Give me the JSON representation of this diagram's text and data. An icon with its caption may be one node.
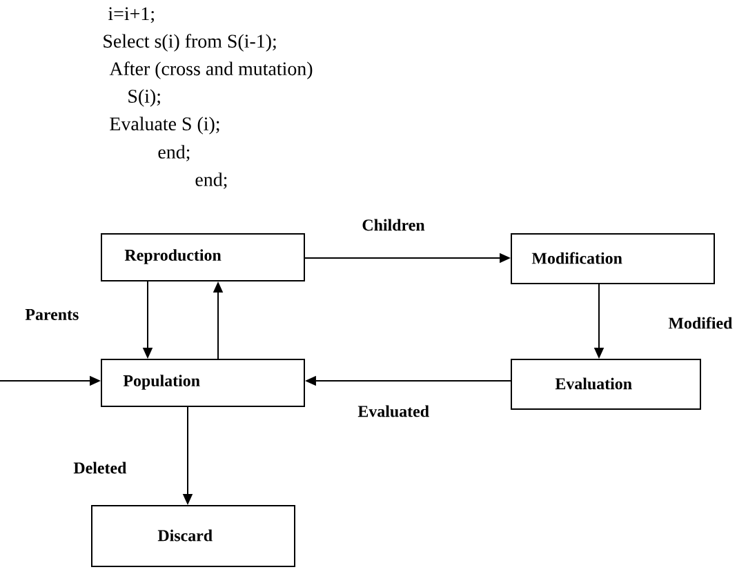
{
  "diagram": {
    "nodes": [
      {
        "text": [
          "Reproduction"
        ]
      },
      {
        "text": [
          "Modification"
        ]
      },
      {
        "text": [
          "Population"
        ]
      },
      {
        "text": [
          "Evaluation"
        ]
      },
      {
        "text": [
          "Discard"
        ]
      }
    ],
    "edges": [
      {
        "from": 0,
        "to": 1,
        "arrow": "to",
        "label": "Children"
      },
      {
        "from": 0,
        "to": 2,
        "arrow": "to",
        "label": "Parents"
      },
      {
        "from": 2,
        "to": 0,
        "arrow": "to"
      },
      {
        "from": 1,
        "to": 3,
        "arrow": "to",
        "label": "Modified"
      },
      {
        "from": 3,
        "to": 2,
        "arrow": "to",
        "label": "Evaluated"
      },
      {
        "from": null,
        "to": 2,
        "arrow": "to"
      },
      {
        "from": 2,
        "to": 4,
        "arrow": "to",
        "label": "Deleted"
      }
    ],
    "labels": [
      "i=i+1;",
      "Select s(i) from S(i-1);",
      "After (cross and mutation)",
      "S(i);",
      "Evaluate S (i);",
      "end;",
      "end;"
    ]
  }
}
